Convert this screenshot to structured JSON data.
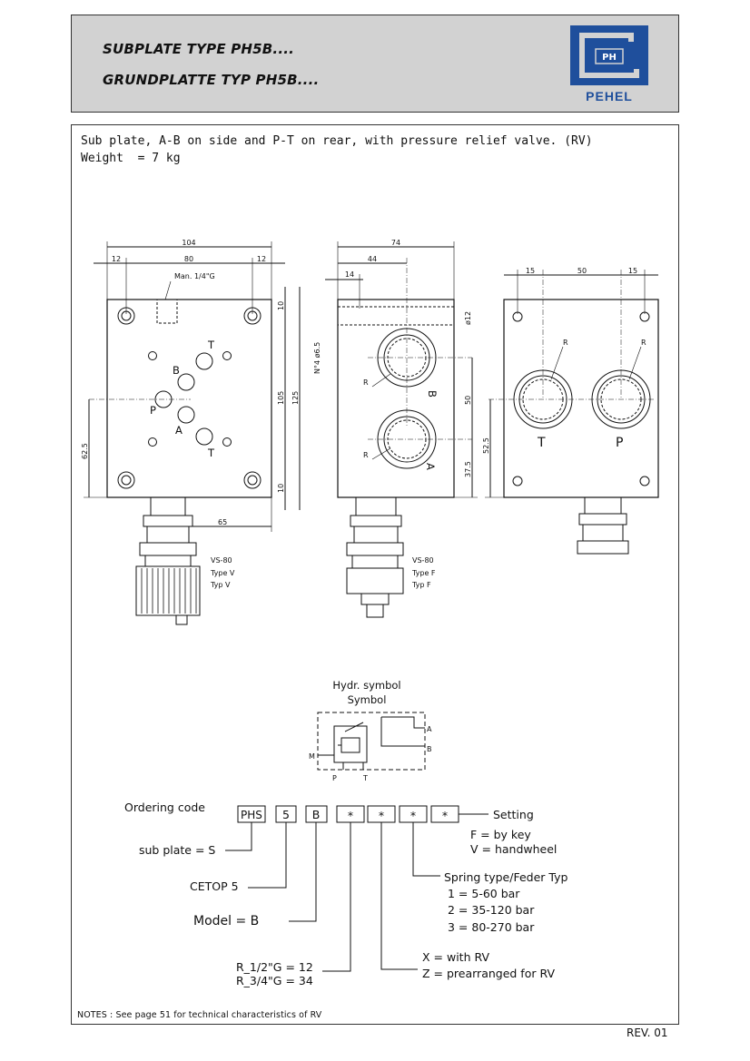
{
  "header": {
    "title_en": "SUBPLATE TYPE PH5B....",
    "title_de": "GRUNDPLATTE TYP PH5B....",
    "brand": "PEHEL",
    "logo_letters": "PH"
  },
  "intro": {
    "line1": "Sub plate, A-B on side and P-T on rear, with pressure relief valve. (RV)",
    "line2": "Weight  = 7 kg"
  },
  "front_view": {
    "dim_104": "104",
    "dim_80": "80",
    "dim_12a": "12",
    "dim_12b": "12",
    "note_man": "Man. 1/4\"G",
    "dim_10a": "10",
    "dim_105": "105",
    "dim_125": "125",
    "dim_10b": "10",
    "dim_62_5": "62.5",
    "dim_65": "65",
    "port_a": "A",
    "port_b": "B",
    "port_p": "P",
    "port_t1": "T",
    "port_t2": "T",
    "valve_name": "VS-80",
    "valve_type": "Type V",
    "valve_typ": "Typ V"
  },
  "side_view": {
    "dim_74": "74",
    "dim_44": "44",
    "dim_14": "14",
    "dim_holes": "N°4 ø6.5",
    "dim_d12": "ø12",
    "dim_50": "50",
    "dim_37_5": "37.5",
    "r1": "R",
    "r2": "R",
    "port_b": "B",
    "port_a": "A",
    "valve_name": "VS-80",
    "valve_type": "Type F",
    "valve_typ": "Typ F"
  },
  "rear_view": {
    "dim_15a": "15",
    "dim_50": "50",
    "dim_15b": "15",
    "dim_52_5": "52.5",
    "r1": "R",
    "r2": "R",
    "port_t": "T",
    "port_p": "P"
  },
  "symbol": {
    "title1": "Hydr. symbol",
    "title2": "Symbol",
    "m": "M",
    "p": "P",
    "t": "T",
    "a": "A",
    "b": "B"
  },
  "ordering": {
    "label": "Ordering code",
    "boxes": [
      "PHS",
      "5",
      "B",
      "*",
      "*",
      "*",
      "*"
    ],
    "setting": "Setting",
    "setting_f": "F  =  by key",
    "setting_v": "V  =  handwheel",
    "sub_plate": "sub plate = S",
    "cetop": "CETOP 5",
    "model": "Model     =  B",
    "spring_title": "Spring type/Feder Typ",
    "spring_1": "1  =  5-60 bar",
    "spring_2": "2  =  35-120 bar",
    "spring_3": "3  =  80-270 bar",
    "thread_12": "R_1/2\"G = 12",
    "thread_34": "R_3/4\"G = 34",
    "rv_x": "X  =  with RV",
    "rv_z": "Z  =  prearranged for RV"
  },
  "notes": "NOTES :  See page 51 for technical characteristics of RV",
  "revision": "REV. 01"
}
